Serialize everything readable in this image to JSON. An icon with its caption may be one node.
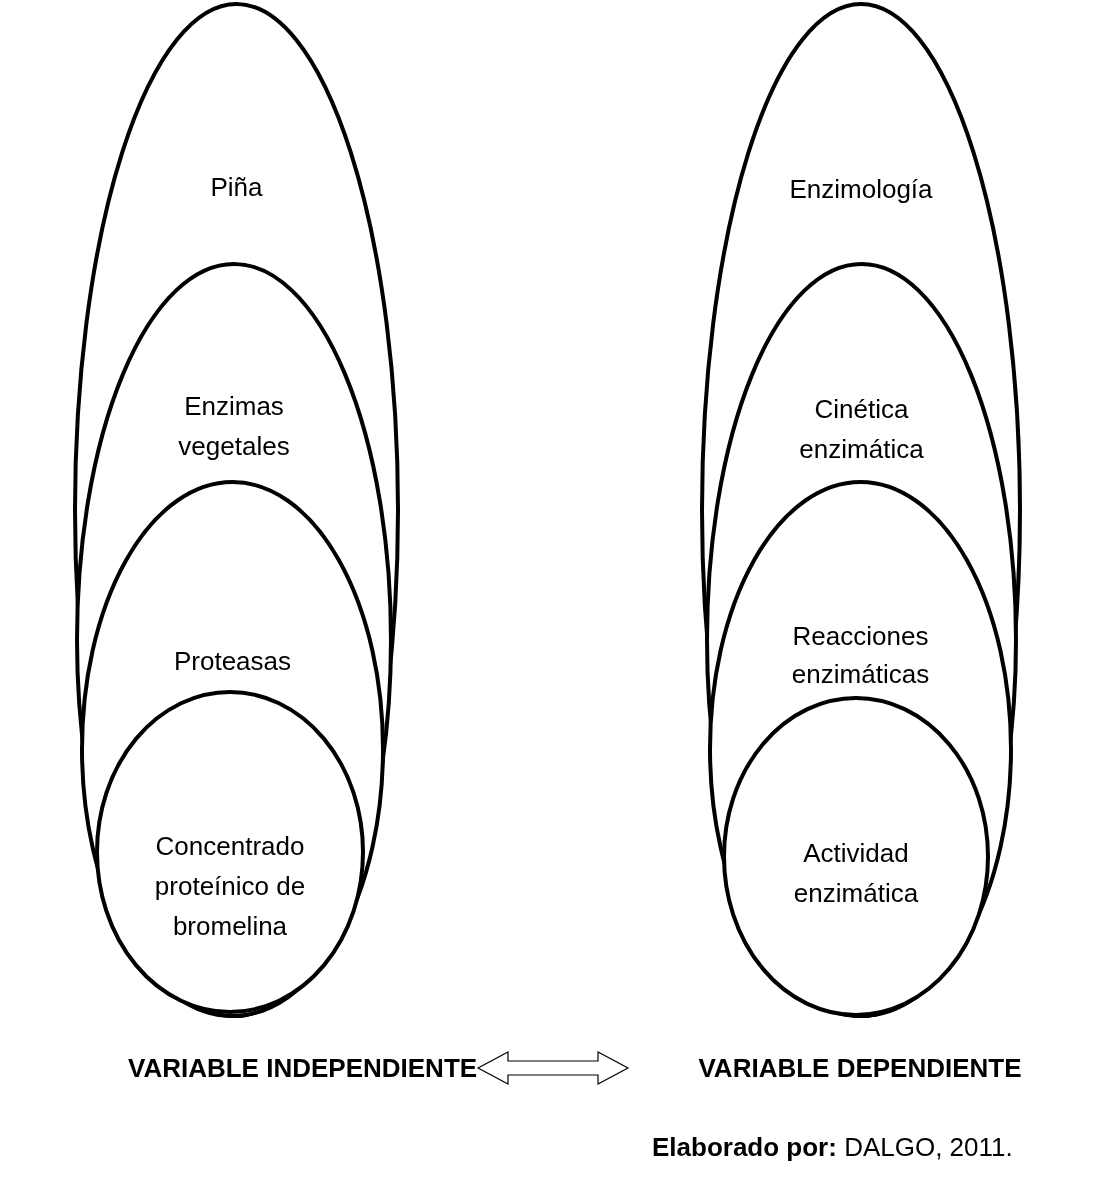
{
  "diagram": {
    "nodes": [
      {
        "text": [
          "Piña"
        ]
      },
      {
        "text": [
          "Enzimas vegetales"
        ],
        "in": 0
      },
      {
        "text": [
          "Proteasas"
        ],
        "in": 1
      },
      {
        "text": [
          "Concentrado proteínico de bromelina"
        ],
        "in": 2
      },
      {
        "text": [
          "Enzimología"
        ]
      },
      {
        "text": [
          "Cinética enzimática"
        ],
        "in": 4
      },
      {
        "text": [
          "Reacciones enzimáticas"
        ],
        "in": 5
      },
      {
        "text": [
          "Actividad enzimática"
        ],
        "in": 6
      },
      {
        "text": [
          "VARIABLE INDEPENDIENTE"
        ]
      },
      {
        "text": [
          "VARIABLE DEPENDIENTE"
        ]
      }
    ],
    "edges": [
      {
        "from": 8,
        "to": 9,
        "arrow": "both"
      }
    ],
    "labels": [
      "**Elaborado por:** DALGO, 2011."
    ]
  }
}
